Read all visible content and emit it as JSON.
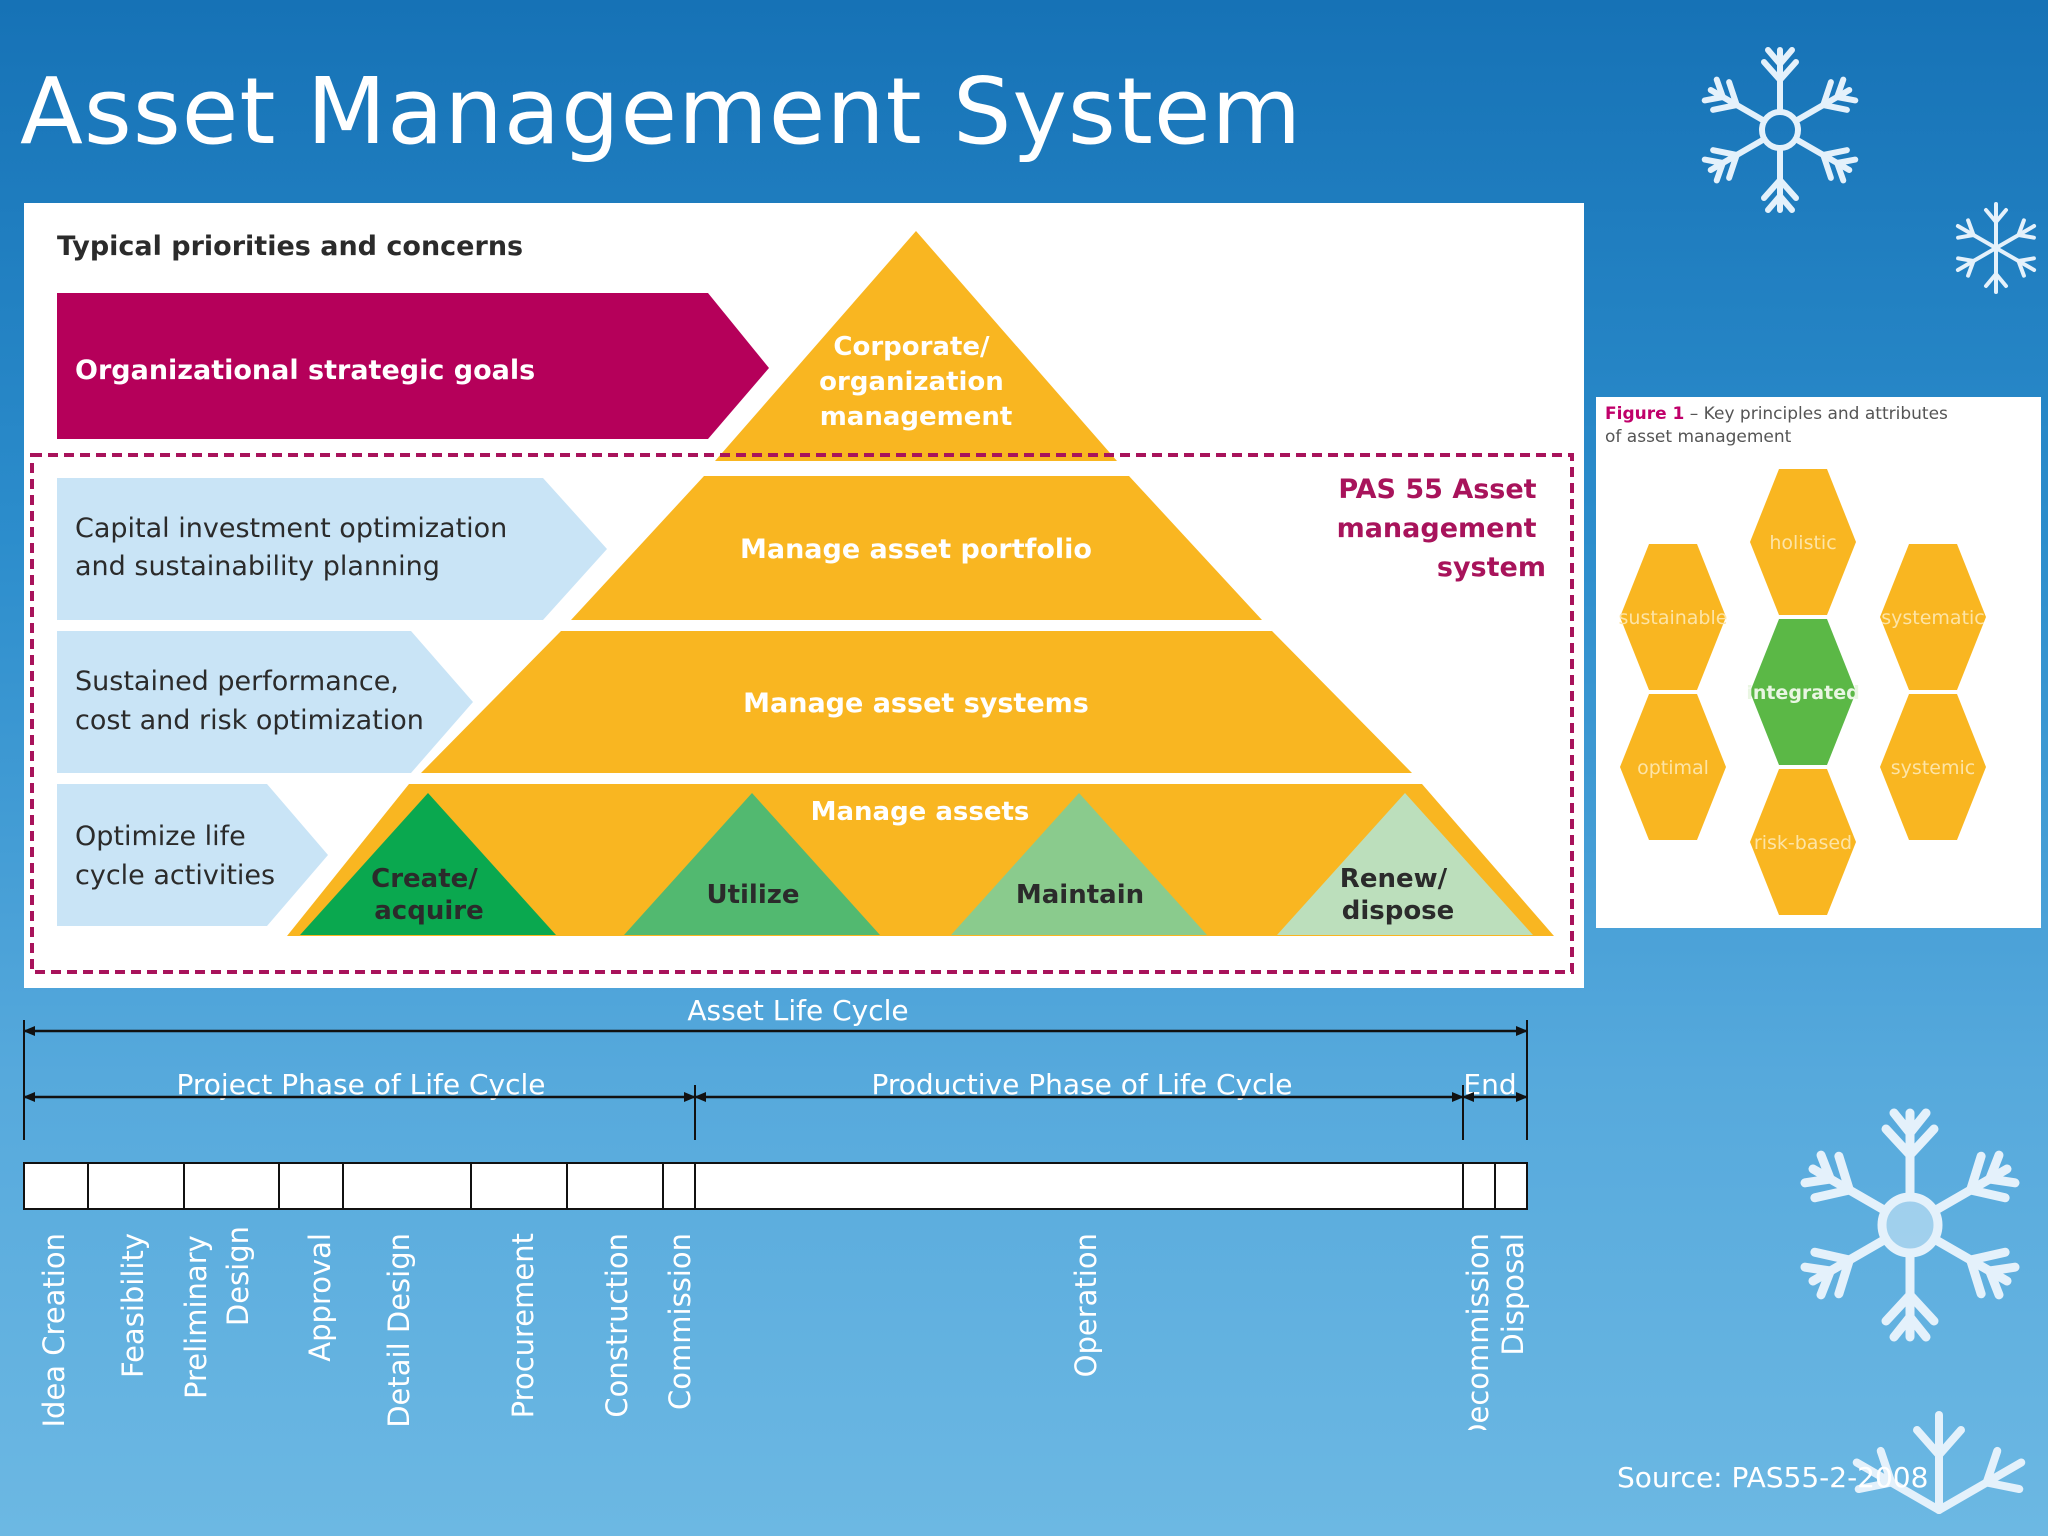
{
  "slide": {
    "title": "Asset Management System",
    "source": "Source: PAS55-2-2008"
  },
  "pyramid_figure": {
    "header": "Typical priorities and concerns",
    "frame_label": [
      "PAS 55 Asset",
      "management",
      "system"
    ],
    "arrows": [
      {
        "lines": [
          "Organizational strategic goals"
        ]
      },
      {
        "lines": [
          "Capital investment optimization",
          "and sustainability planning"
        ]
      },
      {
        "lines": [
          "Sustained performance,",
          "cost and risk optimization"
        ]
      },
      {
        "lines": [
          "Optimize life",
          "cycle activities"
        ]
      }
    ],
    "tiers": [
      {
        "lines": [
          "Corporate/",
          "organization",
          "management"
        ]
      },
      {
        "lines": [
          "Manage asset portfolio"
        ]
      },
      {
        "lines": [
          "Manage asset systems"
        ]
      },
      {
        "lines": [
          "Manage assets"
        ]
      }
    ],
    "activities": [
      {
        "lines": [
          "Create/",
          "acquire"
        ],
        "color": "#0aa84f"
      },
      {
        "lines": [
          "Utilize"
        ],
        "color": "#52b970"
      },
      {
        "lines": [
          "Maintain"
        ],
        "color": "#8acb8d"
      },
      {
        "lines": [
          "Renew/",
          "dispose"
        ],
        "color": "#bcdfbc"
      }
    ],
    "colors": {
      "magenta": "#b5005a",
      "amber": "#f9b621",
      "light_blue": "#c9e4f6",
      "dashed_frame": "#a8135b"
    }
  },
  "principles_figure": {
    "caption_label": "Figure 1",
    "caption_text": " – Key principles and attributes",
    "caption_line2": "of asset management",
    "hexagons": [
      {
        "label": "holistic",
        "color": "#f9b621"
      },
      {
        "label": "sustainable",
        "color": "#f9b621"
      },
      {
        "label": "systematic",
        "color": "#f9b621"
      },
      {
        "label": "integrated",
        "color": "#5bb846"
      },
      {
        "label": "optimal",
        "color": "#f9b621"
      },
      {
        "label": "systemic",
        "color": "#f9b621"
      },
      {
        "label": "risk-based",
        "color": "#f9b621"
      }
    ]
  },
  "lifecycle": {
    "asset_label": "Asset Life Cycle",
    "project_label": "Project Phase of Life Cycle",
    "productive_label": "Productive Phase of Life Cycle",
    "end_label": "End",
    "stages": [
      {
        "lines": [
          "Idea Creation"
        ]
      },
      {
        "lines": [
          "Feasibility"
        ]
      },
      {
        "lines": [
          "Preliminary",
          "Design"
        ]
      },
      {
        "lines": [
          "Approval"
        ]
      },
      {
        "lines": [
          "Detail Design"
        ]
      },
      {
        "lines": [
          "Procurement"
        ]
      },
      {
        "lines": [
          "Construction"
        ]
      },
      {
        "lines": [
          "Commission"
        ]
      },
      {
        "lines": [
          "Operation"
        ]
      },
      {
        "lines": [
          "Decommission"
        ]
      },
      {
        "lines": [
          "Disposal"
        ]
      }
    ]
  }
}
